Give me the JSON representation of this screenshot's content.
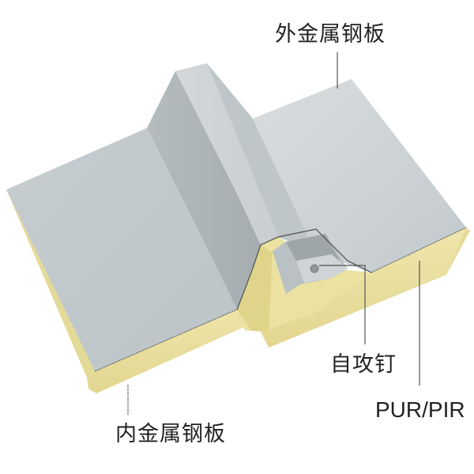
{
  "diagram": {
    "title": "",
    "subject": "Sandwich panel with hidden-fastener seam (cross-section)",
    "labels": {
      "outer_sheet": "外金属钢板",
      "screw": "自攻钉",
      "core": "PUR/PIR",
      "inner_sheet": "内金属钢板"
    },
    "colors": {
      "background": "#ffffff",
      "steel_top": "#c3cacd",
      "steel_light": "#d4d9db",
      "steel_shadow": "#a9b1b4",
      "core_foam": "#ece3a6",
      "core_foam_shadow": "#d9cd86",
      "leader_line": "#555555",
      "text": "#222222"
    }
  }
}
